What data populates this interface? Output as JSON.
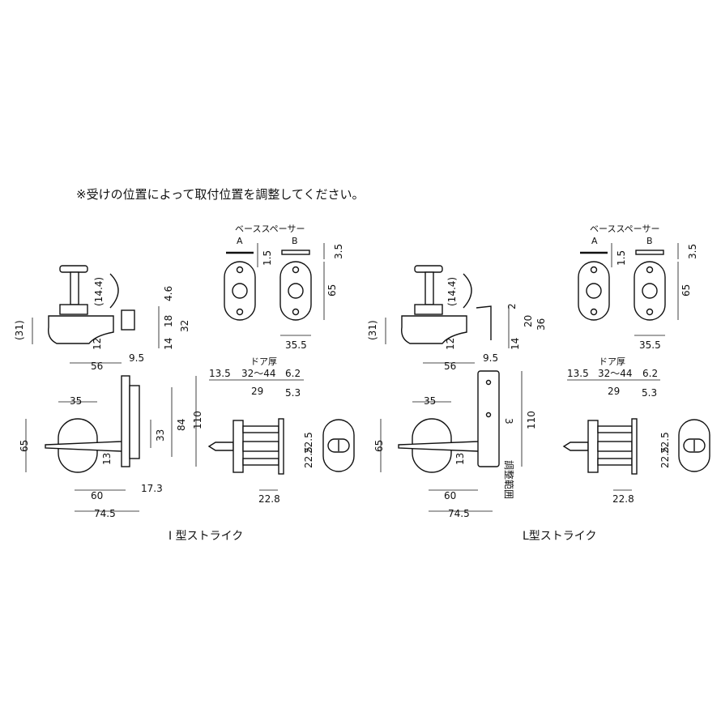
{
  "note": "※受けの位置によって取付位置を調整してください。",
  "spacer": {
    "title": "ベーススペーサー",
    "a_label": "A",
    "b_label": "B",
    "dim_thick_a": "1.5",
    "dim_thick_b": "3.5",
    "dim_height": "65",
    "dim_width": "35.5"
  },
  "left": {
    "caption": "I 型ストライク",
    "side": {
      "d_14_4": "(14.4)",
      "d_31": "(31)",
      "d_12": "12",
      "d_56": "56",
      "d_9_5": "9.5",
      "d_4_6": "4.6",
      "d_18": "18",
      "d_32": "32",
      "d_14": "14"
    },
    "front": {
      "d_35": "35",
      "d_65": "65",
      "d_13": "13",
      "d_33": "33",
      "d_84": "84",
      "d_110": "110",
      "d_60": "60",
      "d_17_3": "17.3",
      "d_74_5": "74.5"
    },
    "door": {
      "title": "ドア厚",
      "d_13_5": "13.5",
      "d_range": "32～44",
      "d_6_2": "6.2",
      "d_29": "29",
      "d_5_3": "5.3",
      "d_22_5a": "22.5",
      "d_22_5b": "22.5",
      "d_22_8": "22.8"
    }
  },
  "right": {
    "caption": "L型ストライク",
    "side": {
      "d_14_4": "(14.4)",
      "d_31": "(31)",
      "d_12": "12",
      "d_56": "56",
      "d_9_5": "9.5",
      "d_2": "2",
      "d_20": "20",
      "d_36": "36",
      "d_14": "14"
    },
    "front": {
      "d_35": "35",
      "d_65": "65",
      "d_13": "13",
      "d_adj": "調整範囲",
      "d_3": "3",
      "d_110": "110",
      "d_60": "60",
      "d_74_5": "74.5"
    },
    "door": {
      "title": "ドア厚",
      "d_13_5": "13.5",
      "d_range": "32～44",
      "d_6_2": "6.2",
      "d_29": "29",
      "d_5_3": "5.3",
      "d_22_5a": "22.5",
      "d_22_5b": "22.5",
      "d_22_8": "22.8"
    }
  }
}
